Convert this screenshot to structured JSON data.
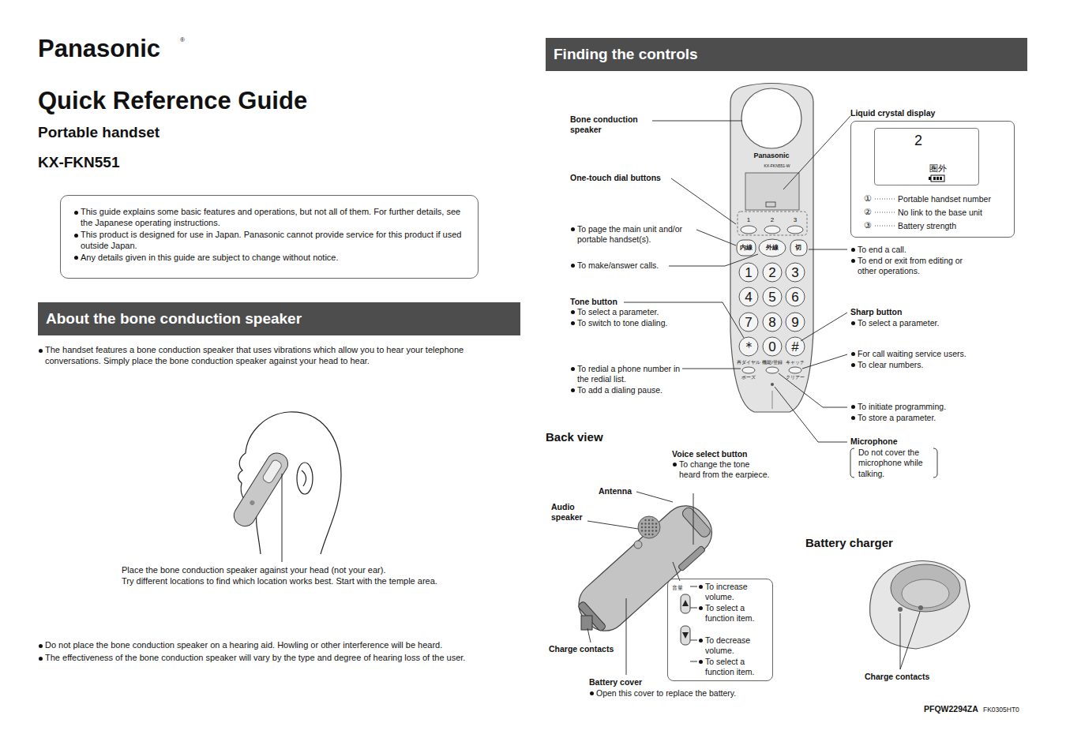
{
  "diagram": {
    "title": "Quick Reference Guide",
    "nodes": [
      {
        "text": [
          "This guide explains some basic features and operations, but not all of them. For further details, see the Japanese operating instructions.",
          "This product is designed for use in Japan. Panasonic cannot provide service for this product if used outside Japan.",
          "Any details given in this guide are subject to change without notice."
        ]
      },
      {
        "text": [
          "About the bone conduction speaker"
        ]
      },
      {
        "text": [
          "Finding the controls"
        ]
      },
      {
        "text": [
          "Portable handset number",
          "No link to the base unit",
          "Battery strength"
        ]
      },
      {
        "text": [
          "2",
          "圏外"
        ],
        "in": 3
      },
      {
        "text": [
          "To increase volume.",
          "To select a function item.",
          "To decrease volume.",
          "To select a function item."
        ]
      }
    ],
    "labels": [
      "Panasonic",
      "®",
      "Portable handset",
      "KX-FKN551",
      "The handset features a bone conduction speaker that uses vibrations which allow you to hear your telephone conversations. Simply place the bone conduction speaker against your head to hear.",
      "Place the bone conduction speaker against your head (not your ear).",
      "Try different locations to find which location works best. Start with the temple area.",
      "Do not place the bone conduction speaker on a hearing aid. Howling or other interference will be heard.",
      "The effectiveness of the bone conduction speaker will vary by the type and degree of hearing loss of the user.",
      "Bone conduction speaker",
      "One-touch dial buttons",
      "To page the main unit and/or portable handset(s).",
      "To make/answer calls.",
      "Tone button",
      "To select a parameter.",
      "To switch to tone dialing.",
      "To redial a phone number in the redial list.",
      "To add a dialing pause.",
      "Liquid crystal display",
      "①",
      "②",
      "③",
      "①",
      "②",
      "③",
      "To end a call.",
      "To end or exit from editing or other operations.",
      "Sharp button",
      "To select a parameter.",
      "For call waiting service users.",
      "To clear numbers.",
      "To initiate programming.",
      "To store a parameter.",
      "Microphone",
      "Do not cover the microphone while talking.",
      "Back view",
      "Voice select button",
      "To change the tone heard from the earpiece.",
      "Antenna",
      "Audio speaker",
      "Charge contacts",
      "Battery cover",
      "Open this cover to replace the battery.",
      "音量",
      "Battery charger",
      "Charge contacts",
      "PFQW2294ZA",
      "FK0305HT0",
      "Panasonic",
      "KX-FKN551-W",
      "1",
      "2",
      "3",
      "内線",
      "外線",
      "切",
      "1",
      "2",
      "3",
      "4",
      "5",
      "6",
      "7",
      "8",
      "9",
      "＊",
      "0",
      "#",
      "再ダイヤル",
      "ポーズ",
      "機能/登録",
      "キャッチ",
      "クリアー"
    ]
  }
}
